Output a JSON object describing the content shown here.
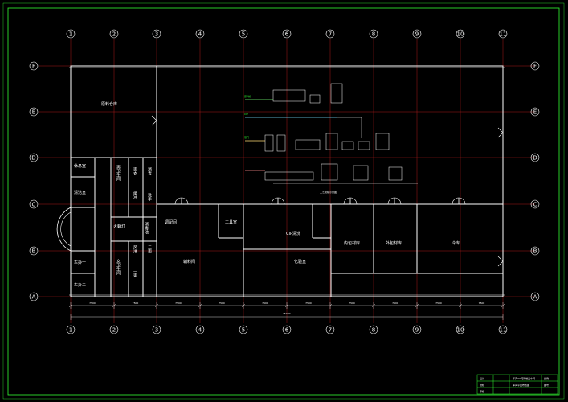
{
  "axes": {
    "columns": [
      "1",
      "2",
      "3",
      "4",
      "5",
      "6",
      "7",
      "8",
      "9",
      "10",
      "11"
    ],
    "rows": [
      "F",
      "E",
      "D",
      "C",
      "B",
      "A"
    ]
  },
  "dimensions": {
    "spans": [
      "7500",
      "7500",
      "7500",
      "7500",
      "7500",
      "7500",
      "7500",
      "7500",
      "7500",
      "7500"
    ],
    "total": "75000"
  },
  "rooms": {
    "raw_warehouse": "原料仓库",
    "rest_room": "休息室",
    "cleaning_room": "清洁室",
    "tianpeng_lamp": "灭蝇灯",
    "office_1": "车办一",
    "office_2": "车办二",
    "male_changing": "男卫生间",
    "female_changing": "女卫生间",
    "blending_room": "调配间",
    "tool_room": "工具室",
    "cip_room": "CIP清洗",
    "inner_pack": "内包材库",
    "outer_pack": "外包材库",
    "cold_store": "冷库",
    "aux_room": "辅料间",
    "lab": "化验室"
  },
  "small_labels": {
    "a": "更衣",
    "b": "缓冲",
    "c": "消毒",
    "d": "洗手",
    "e": "风淋",
    "f": "一更",
    "g": "二更",
    "h": "消毒池"
  },
  "process": {
    "caption": "工艺流程示意图",
    "line1": "原料奶",
    "line2": "CIP",
    "line3": "蒸汽"
  },
  "title_block": {
    "project": "年产XX吨乳制品车间",
    "drawing": "车间平面布置图",
    "r1": "设计",
    "r2": "校核",
    "r3": "审核",
    "r4": "比例",
    "r5": "图号"
  }
}
